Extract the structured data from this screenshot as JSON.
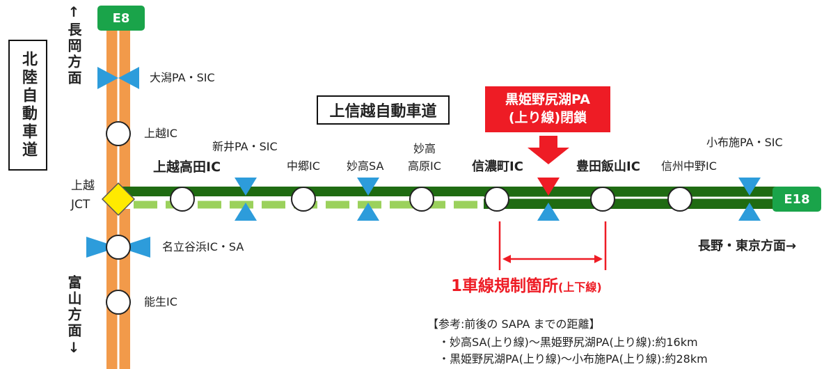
{
  "routes": {
    "e8_shield": "E8",
    "e18_shield": "E18",
    "hokuriku_title": "北陸自動車道",
    "joshinetsu_title": "上信越自動車道"
  },
  "directions": {
    "north": "↑長岡方面",
    "south": "富山方面↓",
    "east": "長野・東京方面→"
  },
  "facilities": {
    "ogata_pa": "大潟PA・SIC",
    "joetsu_ic": "上越IC",
    "joetsu_jct_line1": "上越",
    "joetsu_jct_line2": "JCT",
    "nadachi": "名立谷浜IC・SA",
    "nou_ic": "能生IC",
    "joetsu_takada_ic": "上越高田IC",
    "arai_pa": "新井PA・SIC",
    "nakago_ic": "中郷IC",
    "myoko_sa": "妙高SA",
    "myoko_kogen_line1": "妙高",
    "myoko_kogen_line2": "高原IC",
    "shinanomachi_ic": "信濃町IC",
    "toyota_iiyama_ic": "豊田飯山IC",
    "shinshu_nakano_ic": "信州中野IC",
    "obuse_pa": "小布施PA・SIC"
  },
  "closure": {
    "line1": "黒姫野尻湖PA",
    "line2": "(上り線)閉鎖",
    "color": "#ee1c25"
  },
  "restriction": {
    "main": "1車線規制箇所",
    "sub": "(上下線)"
  },
  "reference": {
    "title": "【参考:前後の SAPA までの距離】",
    "line1": "・妙高SA(上り線)〜黒姫野尻湖PA(上り線):約16km",
    "line2": "・黒姫野尻湖PA(上り線)〜小布施PA(上り線):約28km"
  },
  "colors": {
    "hokuriku_road": "#f29a4a",
    "joshinetsu_road": "#1f6b12",
    "dashed_lane": "#9bd15c",
    "pa_marker": "#2d9cdb",
    "jct_marker": "#ffea00",
    "shield": "#1aa44a",
    "alert": "#ee1c25"
  }
}
